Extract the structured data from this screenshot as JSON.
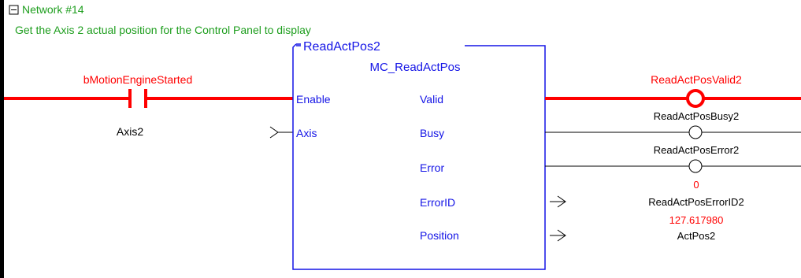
{
  "network": {
    "expander_symbol": "⊟",
    "title": "Network #14",
    "comment": "Get the Axis 2 actual position for the Control Panel to display"
  },
  "function_block": {
    "instance_name": "ReadActPos2",
    "type_name": "MC_ReadActPos",
    "inputs": [
      "Enable",
      "Axis"
    ],
    "outputs": [
      "Valid",
      "Busy",
      "Error",
      "ErrorID",
      "Position"
    ]
  },
  "contact": {
    "variable": "bMotionEngineStarted",
    "state": "energized"
  },
  "axis_input": {
    "variable": "Axis2"
  },
  "coils": [
    {
      "variable": "ReadActPosValid2",
      "state": "energized"
    },
    {
      "variable": "ReadActPosBusy2",
      "state": "de-energized"
    },
    {
      "variable": "ReadActPosError2",
      "state": "de-energized"
    }
  ],
  "output_values": [
    {
      "variable": "ReadActPosErrorID2",
      "live_value": "0"
    },
    {
      "variable": "ActPos2",
      "live_value": "127.617980"
    }
  ],
  "colors": {
    "energized": "#ff0000",
    "de_energized": "#000000",
    "comment_text": "#1e9e1e",
    "block_frame": "#1414e6",
    "pin_text": "#1414e6",
    "power_rail": "#000000"
  }
}
